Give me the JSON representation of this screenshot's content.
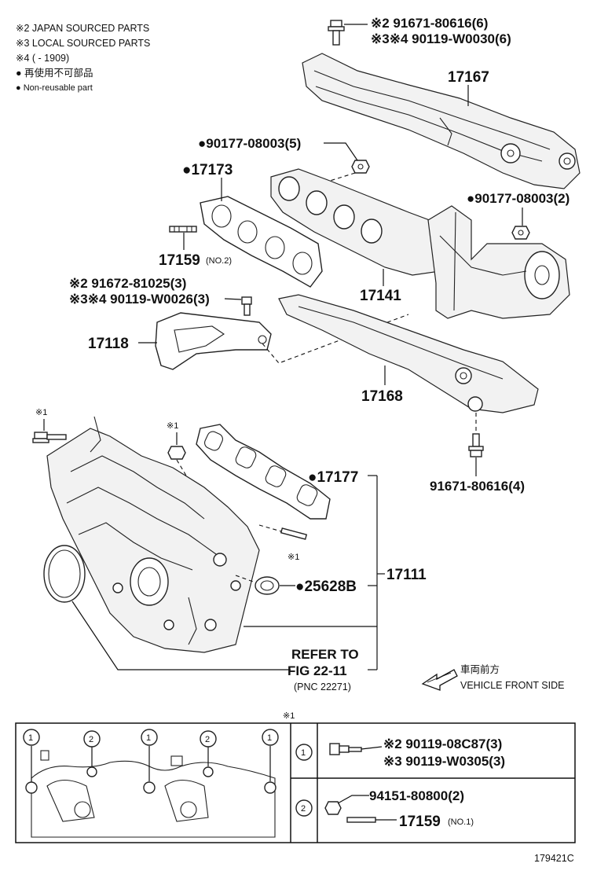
{
  "legend": {
    "line1": "※2 JAPAN SOURCED PARTS",
    "line2": "※3 LOCAL SOURCED PARTS",
    "line3": "※4 (       - 1909)",
    "line4": "● 再使用不可部品",
    "line5": "● Non-reusable part"
  },
  "callouts": {
    "bolt_top_a": "※2 91671-80616(6)",
    "bolt_top_b": "※3※4 90119-W0030(6)",
    "p17167": "17167",
    "nut_5": "●90177-08003(5)",
    "p17173": "●17173",
    "nut_2": "●90177-08003(2)",
    "p17159_main": "17159",
    "p17159_note": "(NO.2)",
    "bolt_mid_a": "※2 91672-81025(3)",
    "bolt_mid_b": "※3※4 90119-W0026(3)",
    "p17141": "17141",
    "p17118": "17118",
    "p17168": "17168",
    "mark_x1_a": "※1",
    "mark_x1_b": "※1",
    "mark_x1_c": "※1",
    "bolt_low": "91671-80616(4)",
    "p17177": "●17177",
    "p17111": "17111",
    "p25628B": "●25628B",
    "refer1": "REFER TO",
    "refer2": "FIG 22-11",
    "refer3": "(PNC 22271)",
    "front_jp": "車両前方",
    "front_en": "VEHICLE FRONT SIDE"
  },
  "inset": {
    "title": "※1",
    "positions": [
      "1",
      "2",
      "1",
      "2",
      "1"
    ],
    "row1_num": "1",
    "row1_a": "※2 90119-08C87(3)",
    "row1_b": "※3 90119-W0305(3)",
    "row2_num": "2",
    "row2_a": "94151-80800(2)",
    "row2_b": "17159",
    "row2_note": "(NO.1)"
  },
  "footer": {
    "code": "179421C"
  }
}
